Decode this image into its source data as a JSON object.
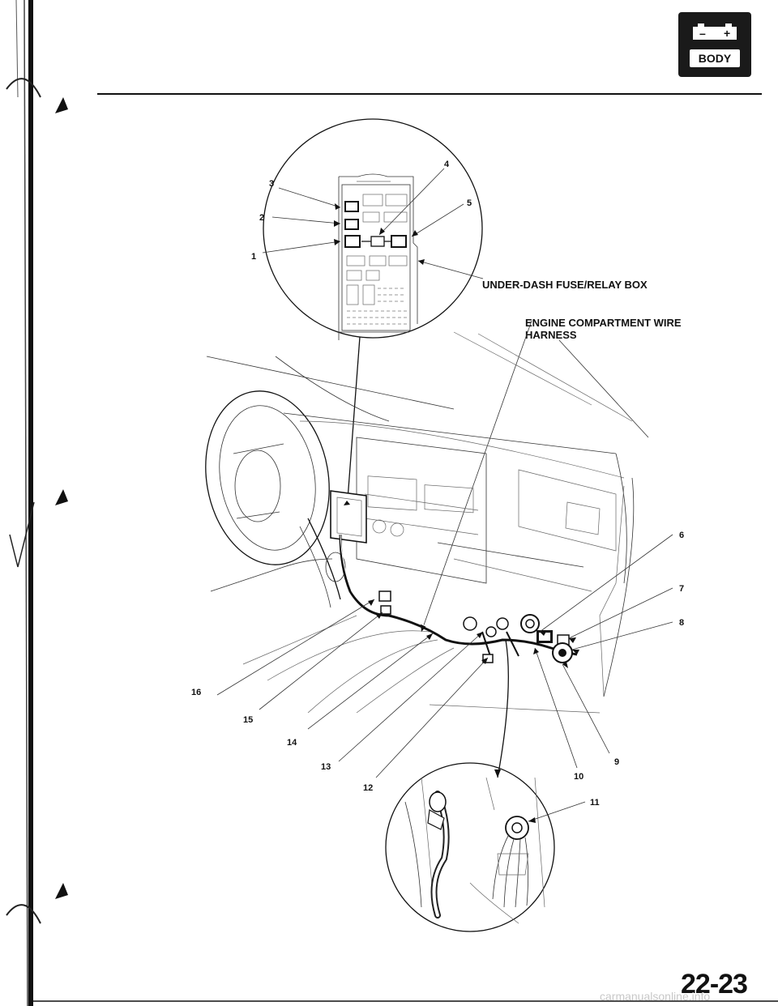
{
  "badge": {
    "label": "BODY",
    "minus": "–",
    "plus": "+"
  },
  "captions": {
    "fuse_box": "UNDER-DASH FUSE/RELAY BOX",
    "harness_line1": "ENGINE COMPARTMENT WIRE",
    "harness_line2": "HARNESS"
  },
  "callouts": [
    "1",
    "2",
    "3",
    "4",
    "5",
    "6",
    "7",
    "8",
    "9",
    "10",
    "11",
    "12",
    "13",
    "14",
    "15",
    "16"
  ],
  "page_number": "22-23",
  "watermark": "carmanualsonline.info"
}
